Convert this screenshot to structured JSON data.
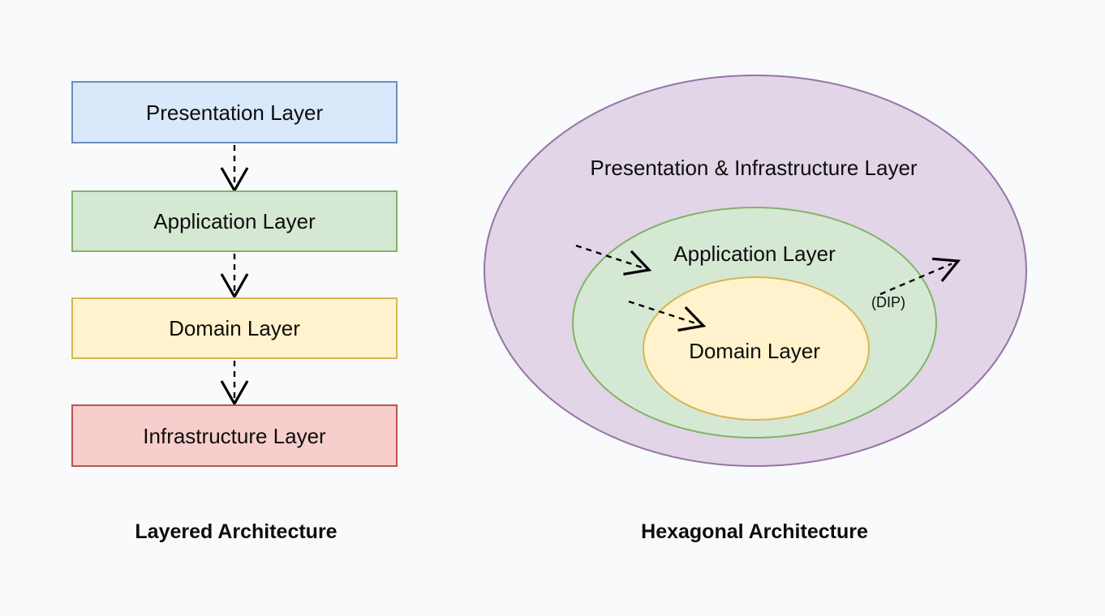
{
  "canvas": {
    "background": "#f8fafc",
    "text_color": "#0d0d0d"
  },
  "left_diagram": {
    "title": "Layered Architecture",
    "layers": [
      {
        "label": "Presentation Layer",
        "fill": "#dae8fc",
        "border": "#6c8ebf"
      },
      {
        "label": "Application Layer",
        "fill": "#d5e8d4",
        "border": "#82b366"
      },
      {
        "label": "Domain Layer",
        "fill": "#fff2cc",
        "border": "#d6b656"
      },
      {
        "label": "Infrastructure Layer",
        "fill": "#f8cecc",
        "border": "#b85450"
      }
    ]
  },
  "right_diagram": {
    "title": "Hexagonal Architecture",
    "rings": [
      {
        "label": "Presentation & Infrastructure Layer",
        "fill": "#e1d5e7",
        "border": "#9673a6"
      },
      {
        "label": "Application Layer",
        "fill": "#d5e8d4",
        "border": "#82b366"
      },
      {
        "label": "Domain Layer",
        "fill": "#fff2cc",
        "border": "#d6b656"
      }
    ],
    "annotation": "(DIP)"
  }
}
